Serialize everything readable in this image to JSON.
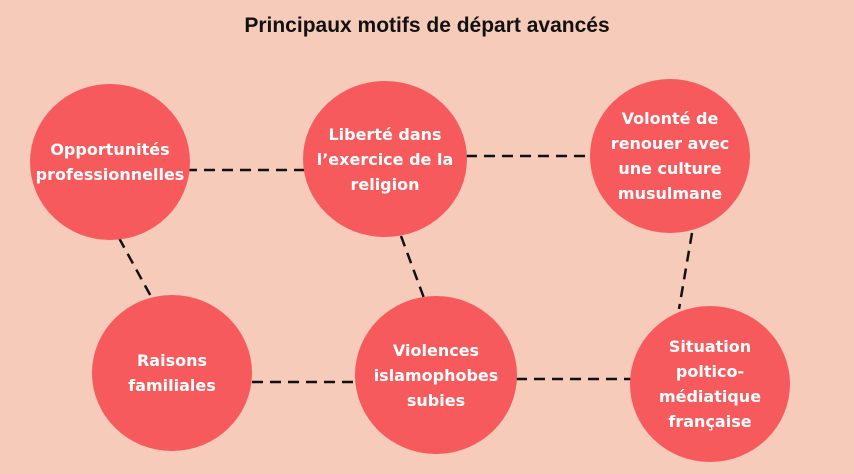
{
  "title": "Principaux motifs de départ avancés",
  "colors": {
    "background": "#f6cbb9",
    "node_fill": "#f75a5c",
    "node_text": "#ffffff",
    "connector": "#111111",
    "title_text": "#111111"
  },
  "nodes": [
    {
      "id": "node-1",
      "label": "Opportunités\nprofessionnelles"
    },
    {
      "id": "node-2",
      "label": "Liberté dans\nl’exercice de la\nreligion"
    },
    {
      "id": "node-3",
      "label": "Volonté de\nrenouer avec\nune culture\nmusulmane"
    },
    {
      "id": "node-4",
      "label": "Raisons\nfamiliales"
    },
    {
      "id": "node-5",
      "label": "Violences\nislamophobes\nsubies"
    },
    {
      "id": "node-6",
      "label": "Situation\npoltico-\nmédiatique\nfrançaise"
    }
  ],
  "connections": [
    [
      "node-1",
      "node-2"
    ],
    [
      "node-2",
      "node-3"
    ],
    [
      "node-1",
      "node-4"
    ],
    [
      "node-2",
      "node-5"
    ],
    [
      "node-3",
      "node-6"
    ],
    [
      "node-4",
      "node-5"
    ],
    [
      "node-5",
      "node-6"
    ]
  ]
}
